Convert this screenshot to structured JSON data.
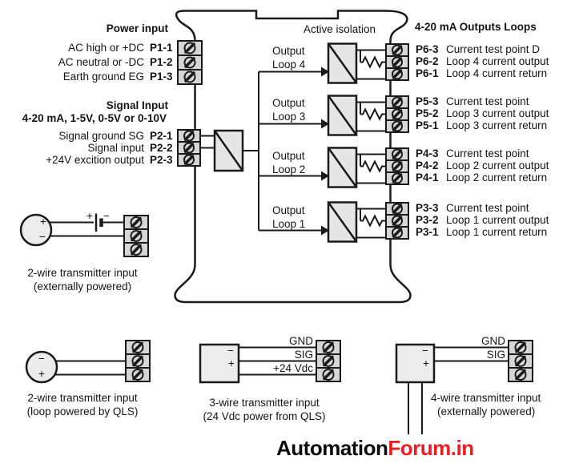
{
  "power_input": {
    "title": "Power input",
    "rows": [
      {
        "label": "AC high or +DC",
        "terminal": "P1-1"
      },
      {
        "label": "AC neutral or -DC",
        "terminal": "P1-2"
      },
      {
        "label": "Earth ground EG",
        "terminal": "P1-3"
      }
    ]
  },
  "signal_input": {
    "title": "Signal Input",
    "subtitle": "4-20 mA, 1-5V, 0-5V or 0-10V",
    "rows": [
      {
        "label": "Signal ground SG",
        "terminal": "P2-1"
      },
      {
        "label": "Signal input",
        "terminal": "P2-2"
      },
      {
        "label": "+24V excition output",
        "terminal": "P2-3"
      }
    ]
  },
  "device": {
    "isolation_label": "Active isolation",
    "output_loops": [
      {
        "line1": "Output",
        "line2": "Loop 4"
      },
      {
        "line1": "Output",
        "line2": "Loop 3"
      },
      {
        "line1": "Output",
        "line2": "Loop 2"
      },
      {
        "line1": "Output",
        "line2": "Loop 1"
      }
    ]
  },
  "outputs": {
    "title": "4-20 mA Outputs Loops",
    "groups": [
      {
        "rows": [
          {
            "terminal": "P6-3",
            "label": "Current test point D"
          },
          {
            "terminal": "P6-2",
            "label": "Loop 4 current output"
          },
          {
            "terminal": "P6-1",
            "label": "Loop 4 current return"
          }
        ]
      },
      {
        "rows": [
          {
            "terminal": "P5-3",
            "label": "Current test point"
          },
          {
            "terminal": "P5-2",
            "label": "Loop 3 current output"
          },
          {
            "terminal": "P5-1",
            "label": "Loop 3 current return"
          }
        ]
      },
      {
        "rows": [
          {
            "terminal": "P4-3",
            "label": "Current test point"
          },
          {
            "terminal": "P4-2",
            "label": "Loop 2 current output"
          },
          {
            "terminal": "P4-1",
            "label": "Loop 2 current return"
          }
        ]
      },
      {
        "rows": [
          {
            "terminal": "P3-3",
            "label": "Current test point"
          },
          {
            "terminal": "P3-2",
            "label": "Loop 1 current output"
          },
          {
            "terminal": "P3-1",
            "label": "Loop 1 current return"
          }
        ]
      }
    ]
  },
  "transmitters": {
    "two_wire_ext": {
      "caption1": "2-wire transmitter input",
      "caption2": "(externally powered)",
      "circle_plus": "+",
      "circle_minus": "−",
      "battery_plus": "+",
      "battery_minus": "−"
    },
    "two_wire_loop": {
      "caption1": "2-wire transmitter input",
      "caption2": "(loop powered by QLS)",
      "circle_minus": "−",
      "circle_plus": "+"
    },
    "three_wire": {
      "caption1": "3-wire transmitter input",
      "caption2": "(24 Vdc power from QLS)",
      "box_minus": "−",
      "box_plus": "+",
      "wire_labels": [
        "GND",
        "SIG",
        "+24 Vdc"
      ]
    },
    "four_wire": {
      "caption1": "4-wire transmitter input",
      "caption2": "(externally powered)",
      "box_minus": "−",
      "box_plus": "+",
      "wire_labels": [
        "GND",
        "SIG"
      ]
    }
  },
  "brand": {
    "black": "Automation",
    "red": "Forum.in",
    "red_color": "#ee1c25"
  },
  "colors": {
    "terminal_fill": "#d6d6d6",
    "module_fill": "#e6e6e6",
    "wire": "#1a1a1a"
  }
}
